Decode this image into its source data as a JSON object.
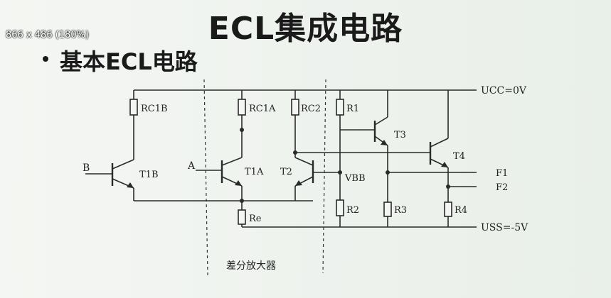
{
  "overlay": {
    "zoom_label": "866 x 486 (180%)"
  },
  "slide": {
    "title": "ECL集成电路",
    "bullet": "基本ECL电路"
  },
  "circuit": {
    "labels": {
      "vcc": "UCC=0V",
      "vss": "USS=-5V",
      "rc1b": "RC1B",
      "rc1a": "RC1A",
      "rc2": "RC2",
      "r1": "R1",
      "r2": "R2",
      "r3": "R3",
      "r4": "R4",
      "re": "Re",
      "t1b": "T1B",
      "t1a": "T1A",
      "t2": "T2",
      "t3": "T3",
      "t4": "T4",
      "in_b": "B",
      "in_a": "A",
      "vbb": "VBB",
      "f1": "F1",
      "f2": "F2",
      "diff_caption": "差分放大器"
    }
  }
}
